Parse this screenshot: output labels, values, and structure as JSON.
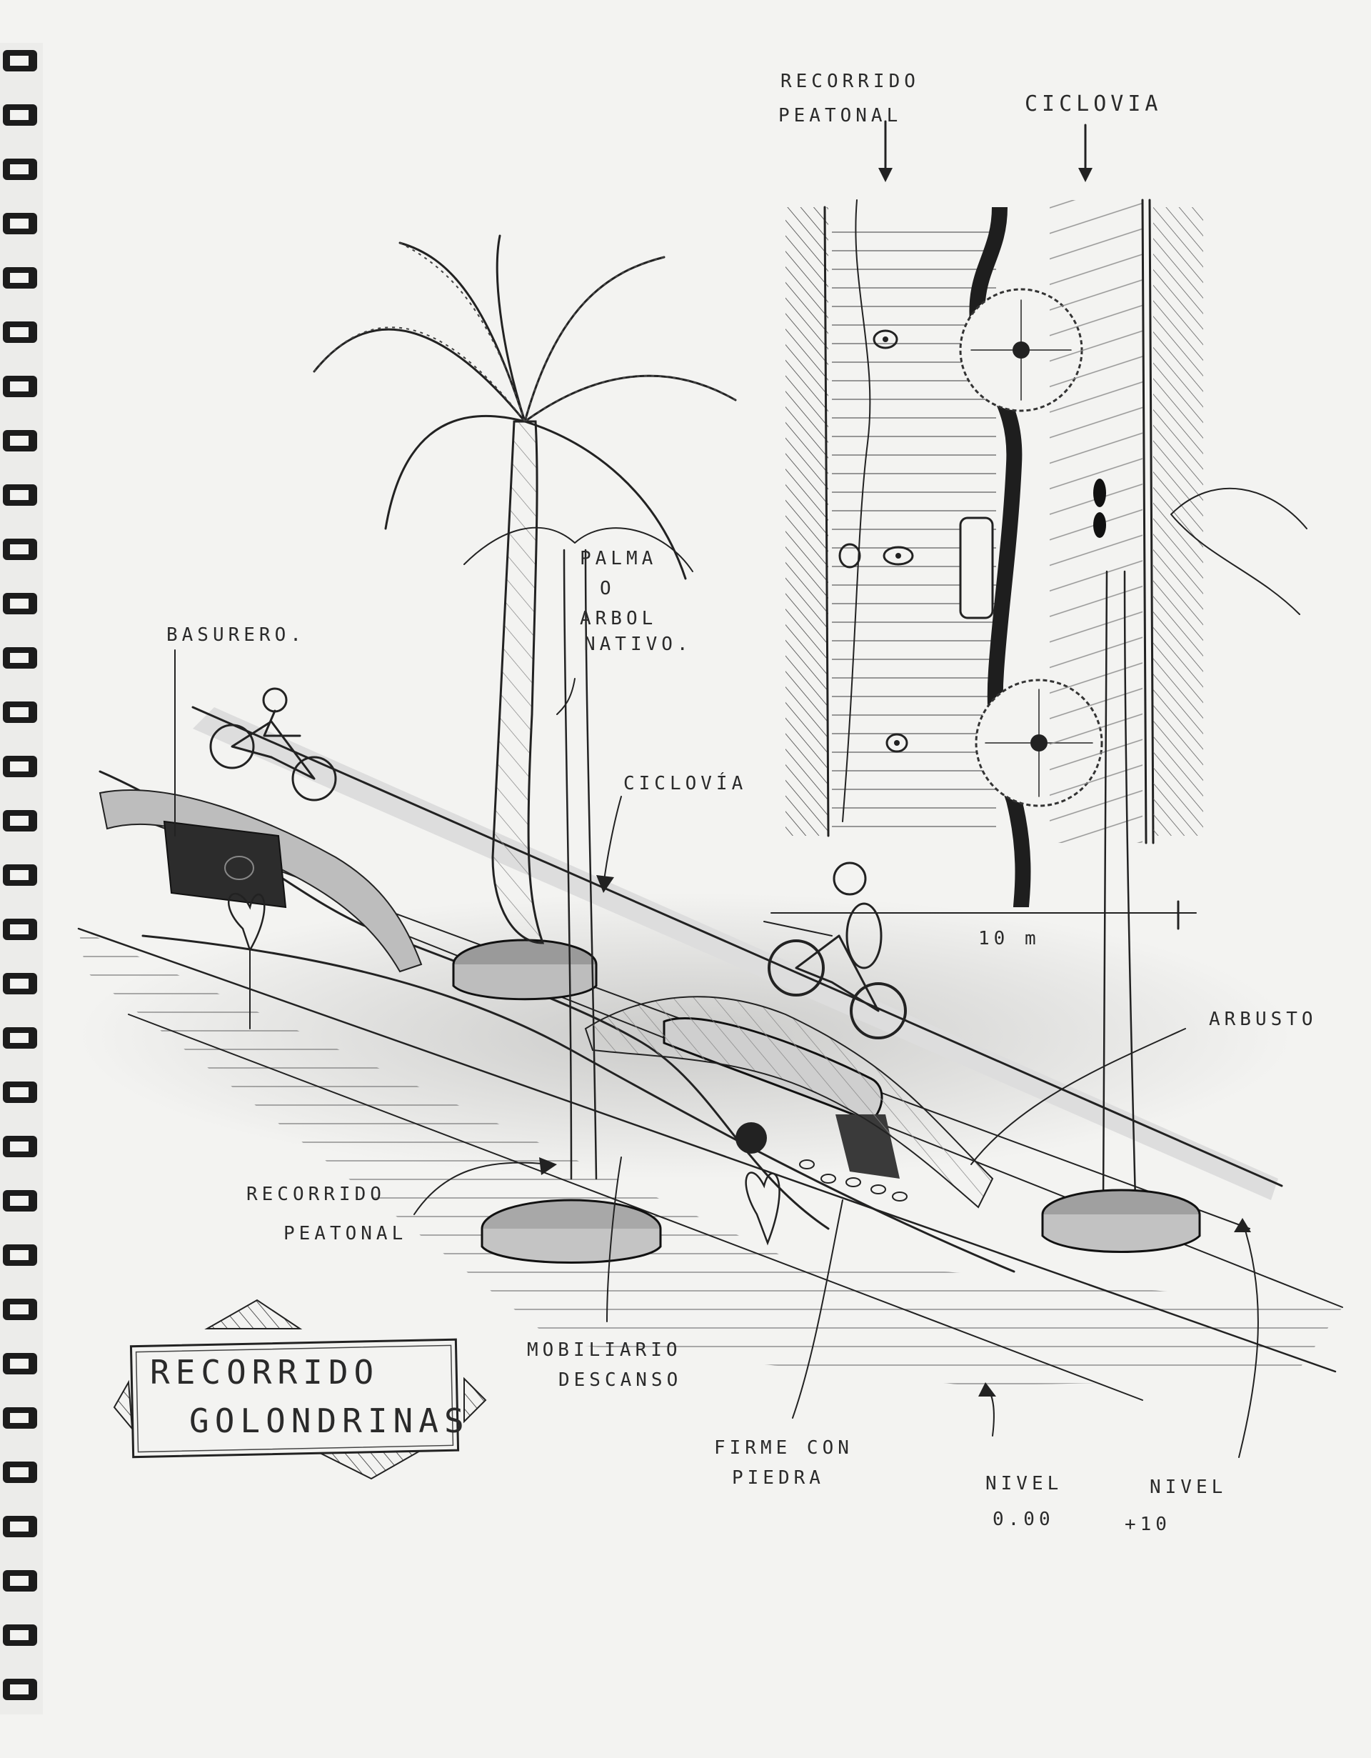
{
  "sketch": {
    "title": {
      "line1": "RECORRIDO",
      "line2": "GOLONDRINAS"
    },
    "plan": {
      "label_pedestrian_1": "RECORRIDO",
      "label_pedestrian_2": "PEATONAL",
      "label_cycle": "CICLOVIA",
      "scale": "10 m"
    },
    "perspective": {
      "basurero": "BASURERO.",
      "palm_1": "PALMA",
      "palm_2": "O",
      "palm_3": "ARBOL",
      "palm_4": "NATIVO.",
      "ciclovia": "CICLOVÍA",
      "arbusto": "ARBUSTO",
      "recorrido_1": "RECORRIDO",
      "recorrido_2": "PEATONAL",
      "mobiliario_1": "MOBILIARIO",
      "mobiliario_2": "DESCANSO",
      "firme_1": "FIRME CON",
      "firme_2": "PIEDRA",
      "nivel0_1": "NIVEL",
      "nivel0_2": "0.00",
      "nivel10_1": "NIVEL",
      "nivel10_2": "+10"
    }
  }
}
